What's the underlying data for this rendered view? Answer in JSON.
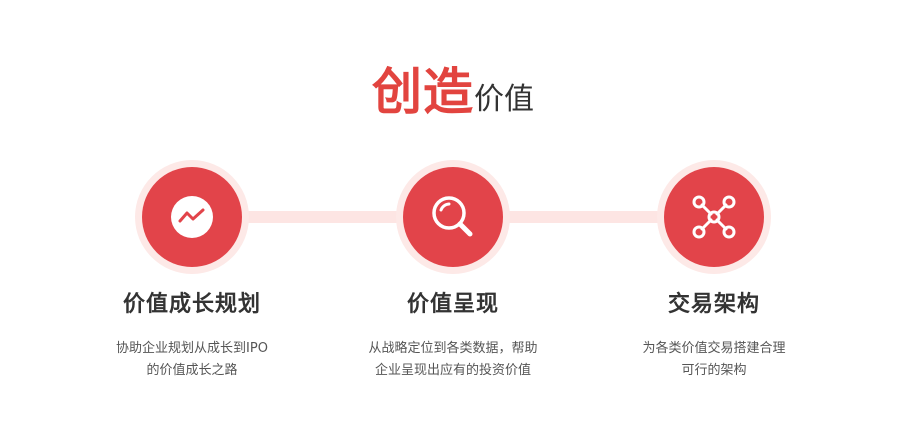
{
  "heading": {
    "accent": "创造",
    "rest": "价值"
  },
  "colors": {
    "accent": "#e2444a",
    "connector": "#fde5e3",
    "halo": "#fde9e7"
  },
  "items": [
    {
      "icon": "trend-chart-icon",
      "title": "价值成长规划",
      "desc_line1": "协助企业规划从成长到IPO",
      "desc_line2": "的价值成长之路"
    },
    {
      "icon": "magnifier-icon",
      "title": "价值呈现",
      "desc_line1": "从战略定位到各类数据，帮助",
      "desc_line2": "企业呈现出应有的投资价值"
    },
    {
      "icon": "network-nodes-icon",
      "title": "交易架构",
      "desc_line1": "为各类价值交易搭建合理",
      "desc_line2": "可行的架构"
    }
  ]
}
